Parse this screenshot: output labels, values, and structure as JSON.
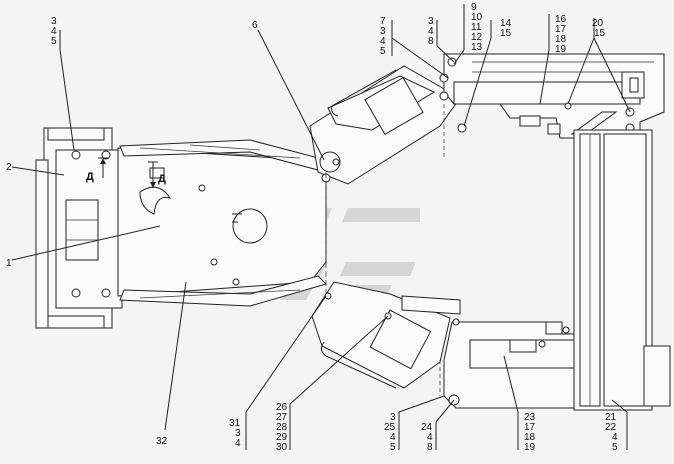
{
  "callouts": {
    "c_3_4_5_tl": [
      "3",
      "4",
      "5"
    ],
    "c_6": [
      "6"
    ],
    "c_7_3_4_5": [
      "7",
      "3",
      "4",
      "5"
    ],
    "c_3_4_8": [
      "3",
      "4",
      "8"
    ],
    "c_9_13": [
      "9",
      "10",
      "11",
      "12",
      "13"
    ],
    "c_14_15": [
      "14",
      "15"
    ],
    "c_16_19": [
      "16",
      "17",
      "18",
      "19"
    ],
    "c_20_15": [
      "20",
      "15"
    ],
    "c_2": [
      "2"
    ],
    "c_1": [
      "1"
    ],
    "c_32": [
      "32"
    ],
    "c_31_3_4": [
      "31",
      "3",
      "4"
    ],
    "c_26_30": [
      "26",
      "27",
      "28",
      "29",
      "30"
    ],
    "c_3_25_4_5": [
      "3",
      "25",
      "4",
      "5"
    ],
    "c_24_4_8": [
      "24",
      "4",
      "8"
    ],
    "c_23_17_18_19": [
      "23",
      "17",
      "18",
      "19"
    ],
    "c_21_22_4_5": [
      "21",
      "22",
      "4",
      "5"
    ]
  },
  "view_marks": [
    "Д",
    "Д"
  ],
  "colors": {
    "line": "#222222",
    "watermark": "#d7d7d7",
    "background": "#f4f4f4"
  }
}
